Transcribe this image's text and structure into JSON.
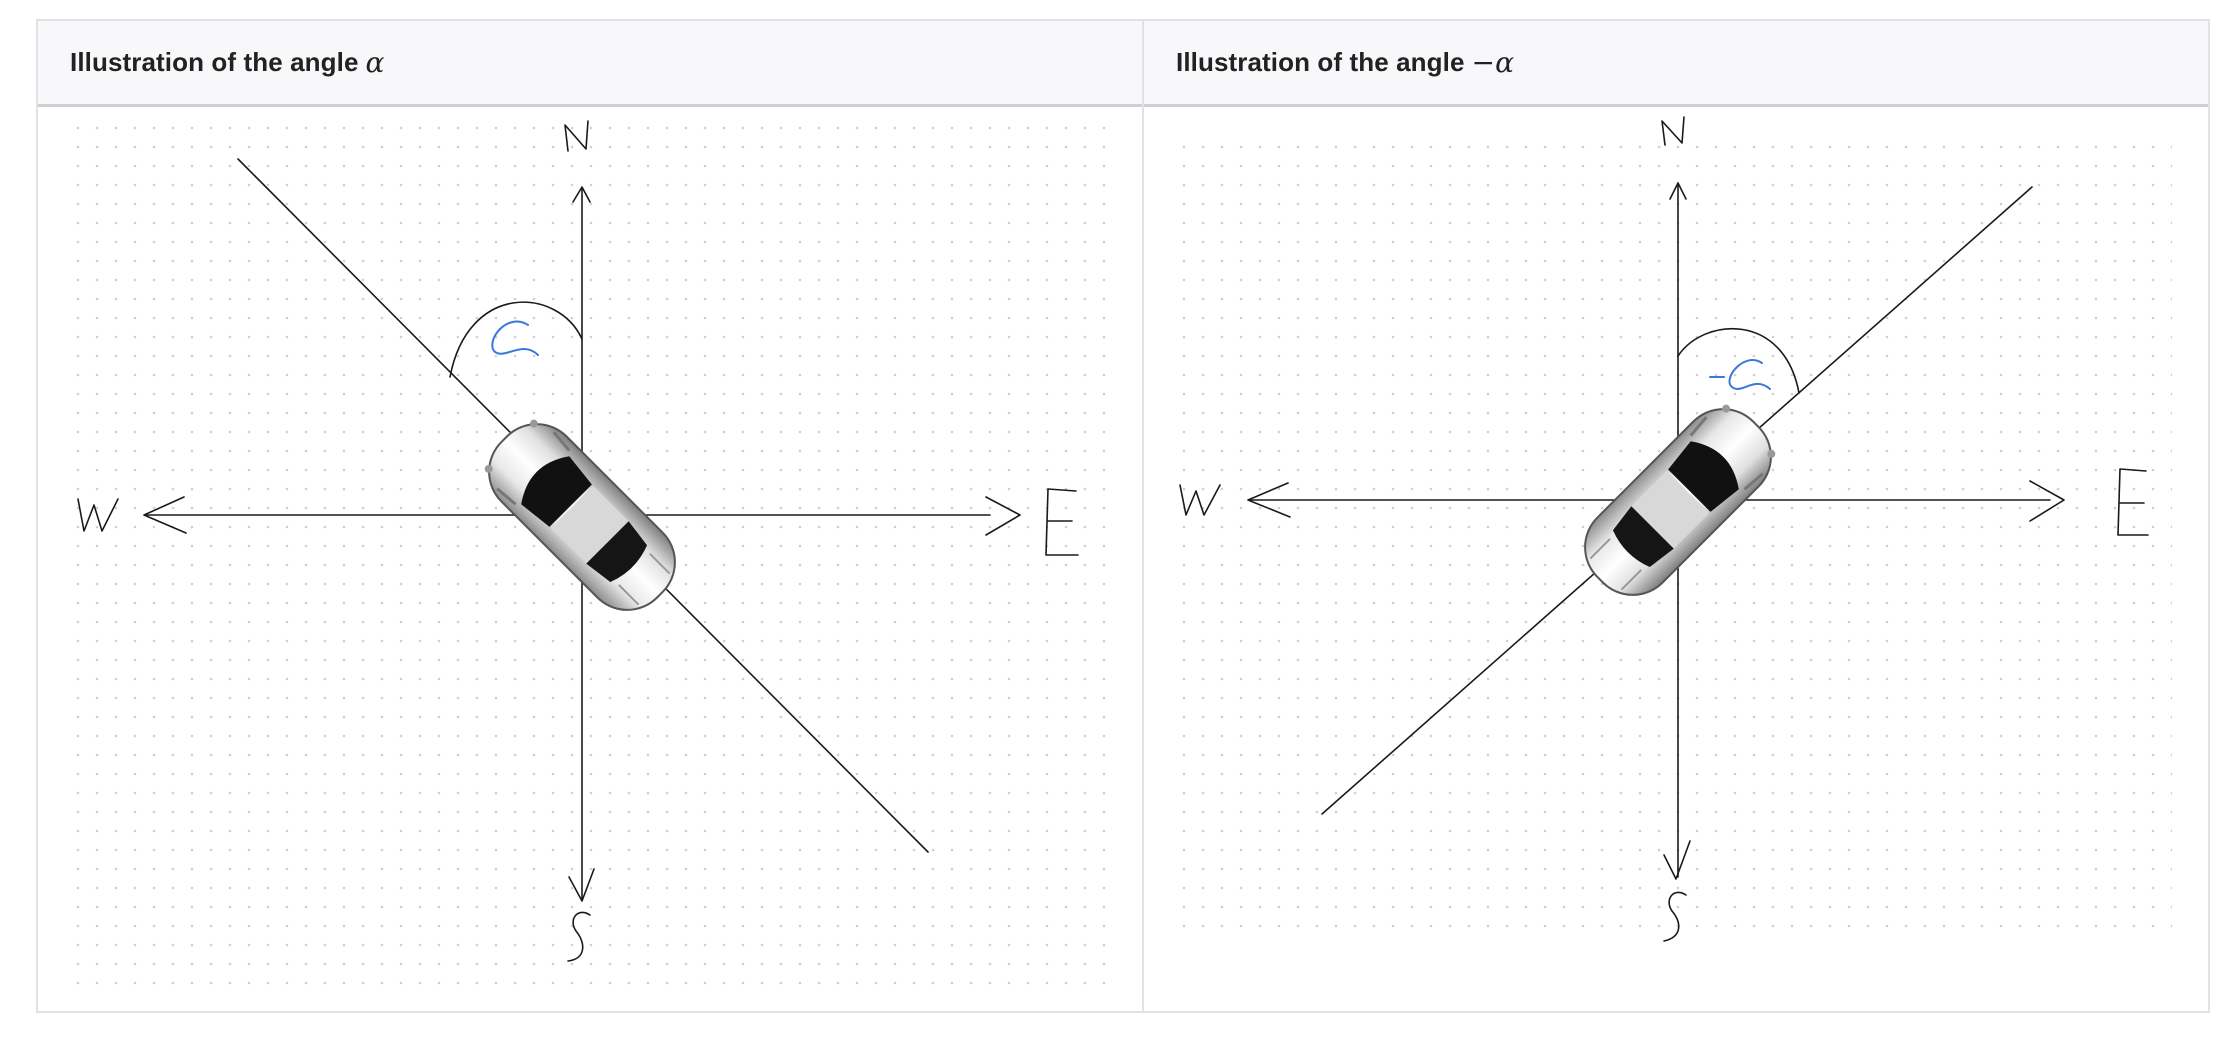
{
  "columns": [
    {
      "label": "Illustration of the angle",
      "symbol": "α"
    },
    {
      "label": "Illustration of the angle",
      "symbol": "−α"
    }
  ],
  "diagrams": [
    {
      "compass": {
        "north": "N",
        "south": "S",
        "east": "E",
        "west": "W"
      },
      "angle_label": "α",
      "heading_direction": "north-west / south-east diagonal",
      "icon": "car-top-view-icon"
    },
    {
      "compass": {
        "north": "N",
        "south": "S",
        "east": "E",
        "west": "W"
      },
      "angle_label": "-α",
      "heading_direction": "north-east / south-west diagonal",
      "icon": "car-top-view-icon"
    }
  ],
  "colors": {
    "ink": "#1a1a1a",
    "angle_ink": "#3a78d8",
    "grid_dot": "#cfcfd4",
    "header_bg": "#f8f8fa",
    "border": "#e2e2e6"
  }
}
